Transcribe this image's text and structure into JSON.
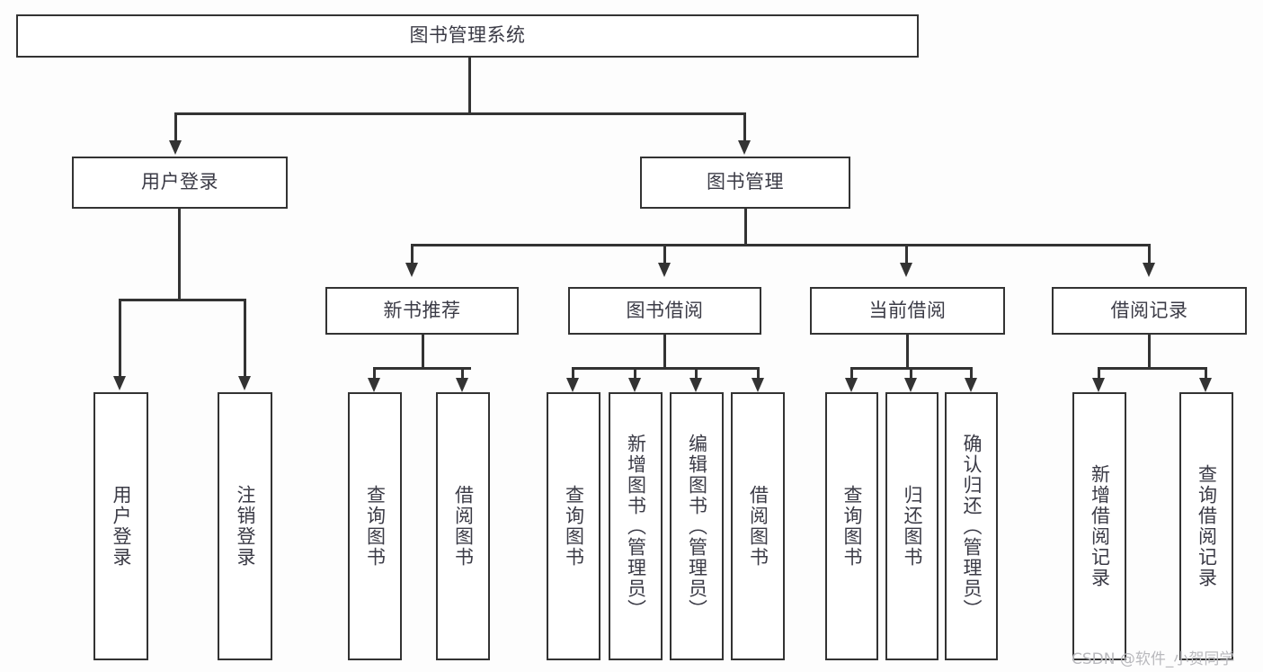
{
  "diagram": {
    "title": "图书管理系统",
    "root": {
      "label": "图书管理系统"
    },
    "level2": [
      {
        "label": "用户登录"
      },
      {
        "label": "图书管理"
      }
    ],
    "level3": [
      {
        "label": "新书推荐"
      },
      {
        "label": "图书借阅"
      },
      {
        "label": "当前借阅"
      },
      {
        "label": "借阅记录"
      }
    ],
    "leaves": {
      "user_login": [
        {
          "label": "用户登录"
        },
        {
          "label": "注销登录"
        }
      ],
      "new_book_recommend": [
        {
          "label": "查询图书"
        },
        {
          "label": "借阅图书"
        }
      ],
      "book_borrow": [
        {
          "label": "查询图书"
        },
        {
          "label": "新增图书（管理员）"
        },
        {
          "label": "编辑图书（管理员）"
        },
        {
          "label": "借阅图书"
        }
      ],
      "current_borrow": [
        {
          "label": "查询图书"
        },
        {
          "label": "归还图书"
        },
        {
          "label": "确认归还（管理员）"
        }
      ],
      "borrow_record": [
        {
          "label": "新增借阅记录"
        },
        {
          "label": "查询借阅记录"
        }
      ]
    }
  },
  "watermark": {
    "text": "CSDN @软件_小贺同学"
  },
  "colors": {
    "border": "#333333",
    "text": "#3b3b46",
    "background": "#fdfdfd",
    "watermark": "#b9b9bd"
  }
}
